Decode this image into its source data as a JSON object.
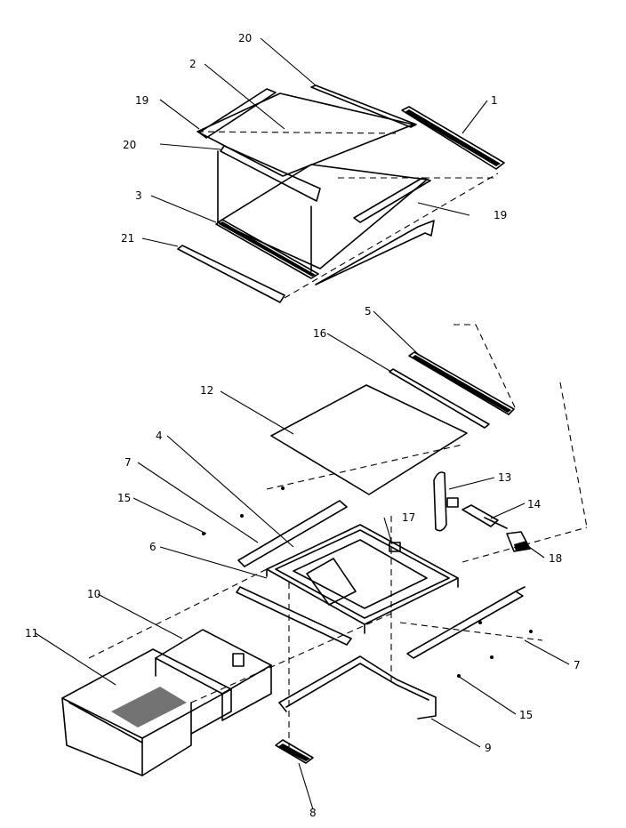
{
  "callouts": {
    "c1": "1",
    "c2": "2",
    "c3": "3",
    "c4": "4",
    "c5": "5",
    "c6": "6",
    "c7a": "7",
    "c7b": "7",
    "c8": "8",
    "c9": "9",
    "c10": "10",
    "c11": "11",
    "c12": "12",
    "c13": "13",
    "c14": "14",
    "c15a": "15",
    "c15b": "15",
    "c16": "16",
    "c17": "17",
    "c18": "18",
    "c19a": "19",
    "c19b": "19",
    "c20a": "20",
    "c20b": "20",
    "c21": "21"
  },
  "colors": {
    "ink": "#000000",
    "paper": "#ffffff"
  }
}
